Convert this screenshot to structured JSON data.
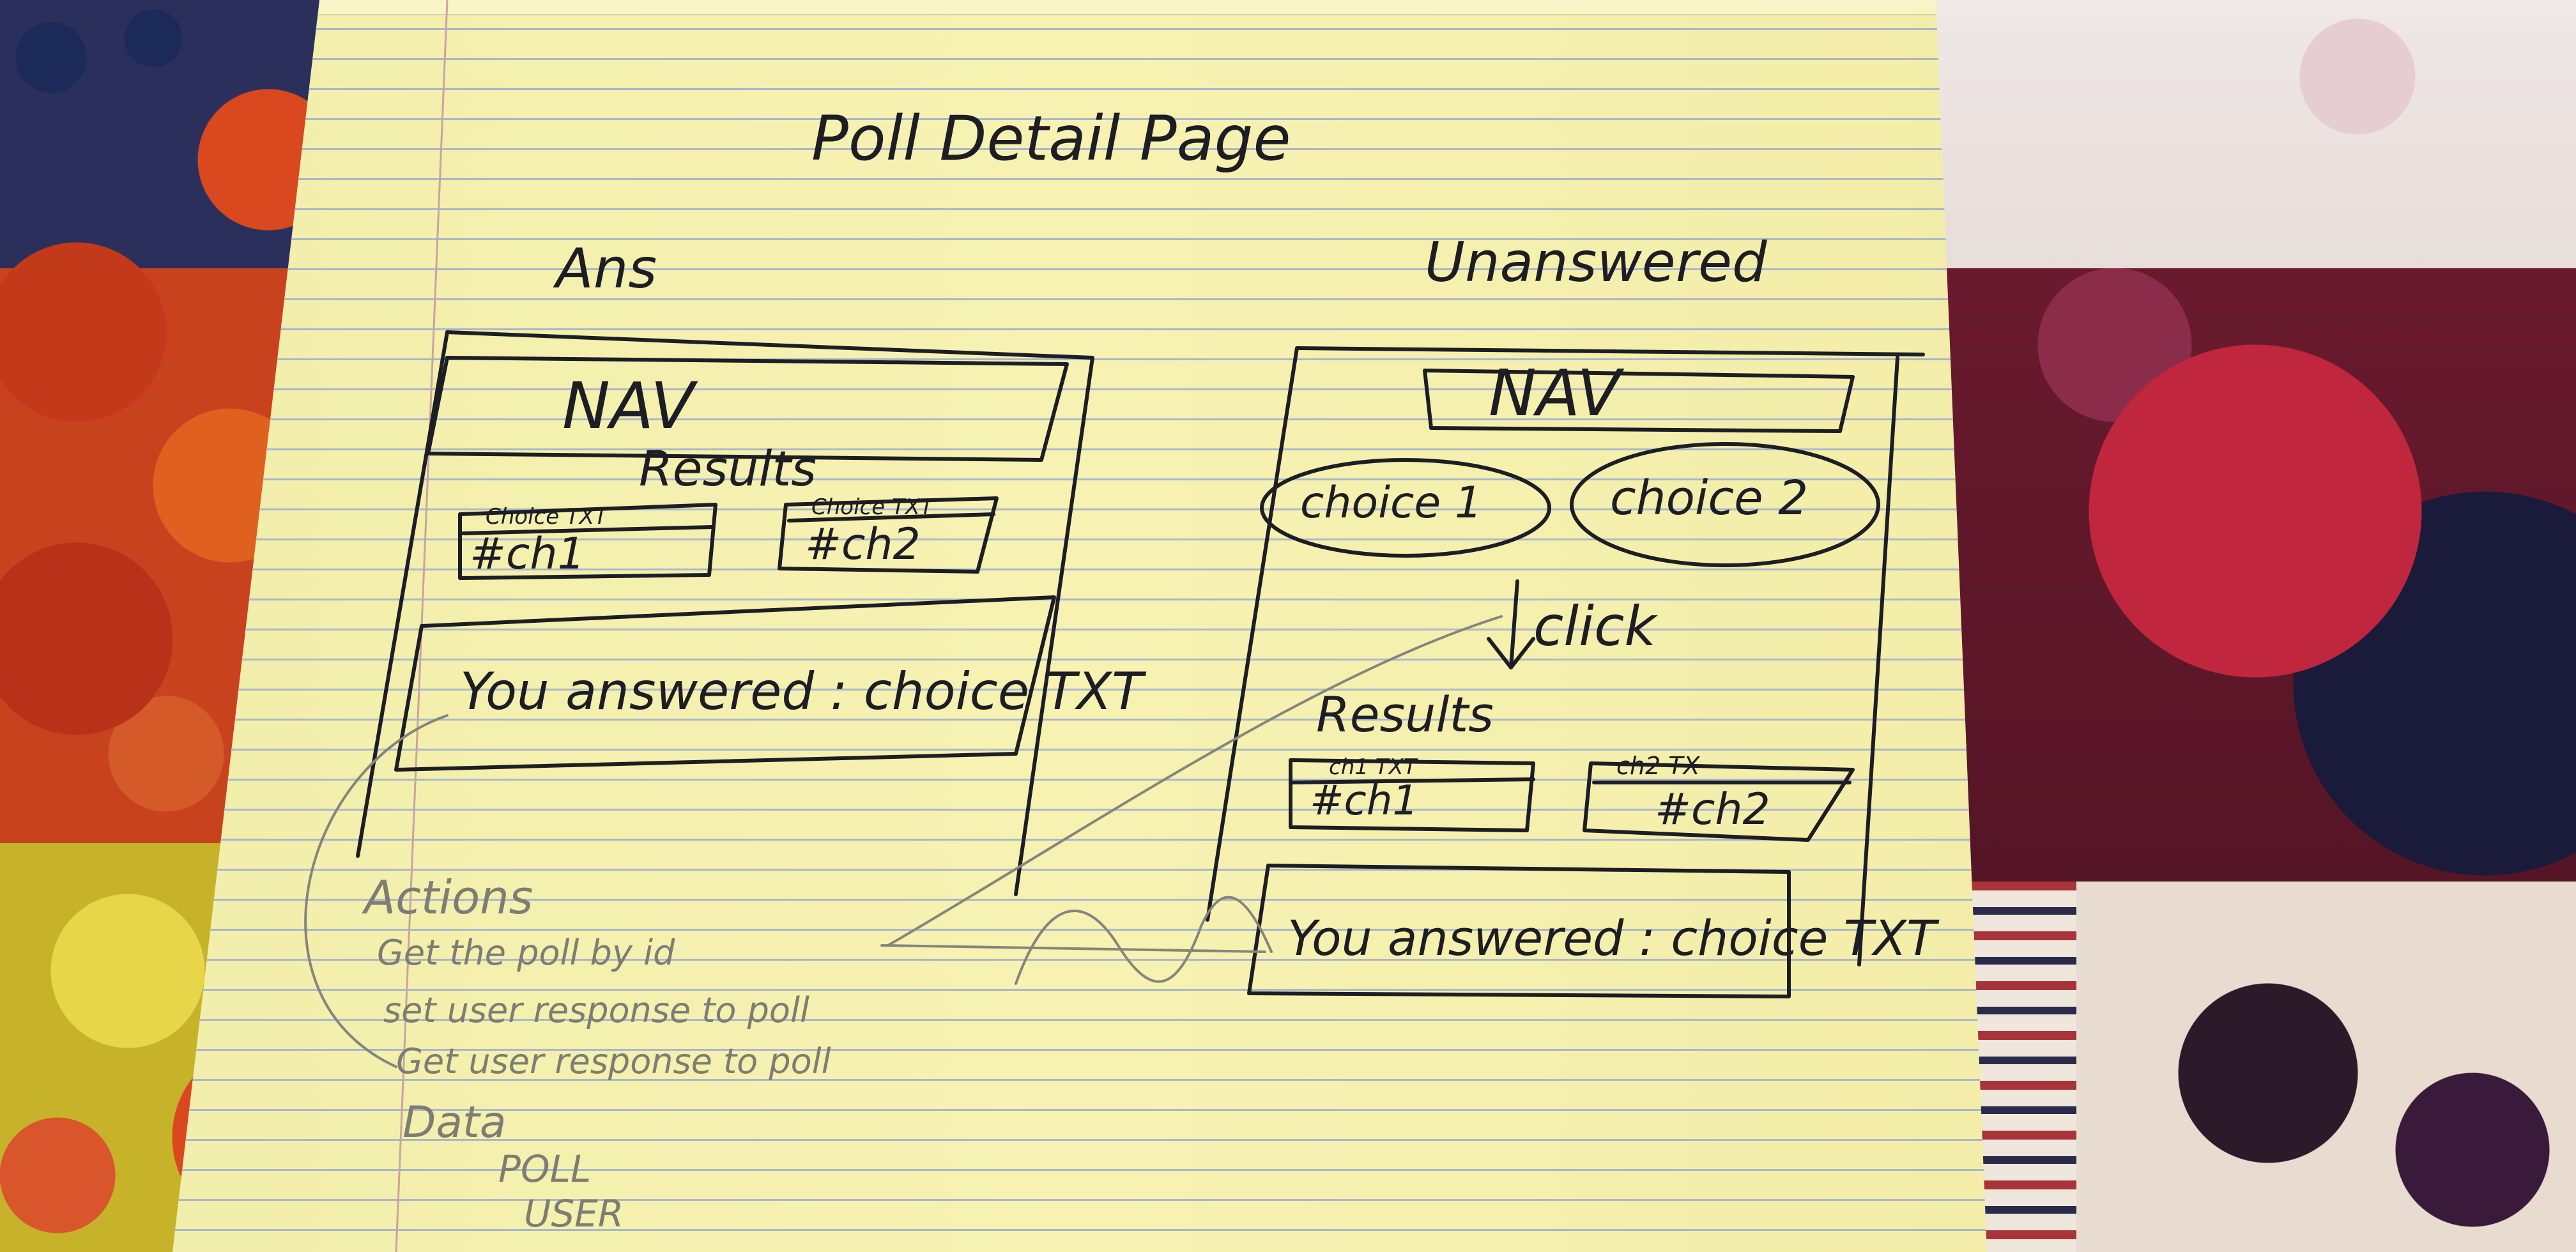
{
  "title": "Poll Detail Page",
  "answered": {
    "heading": "Ans",
    "nav": "NAV",
    "results": "Results",
    "choice1": {
      "caption": "Choice TXT",
      "count": "#ch1"
    },
    "choice2": {
      "caption": "Choice TXT",
      "count": "#ch2"
    },
    "answer": "You answered : choice TXT"
  },
  "unanswered": {
    "heading": "Unanswered",
    "nav": "NAV",
    "choice1": "choice 1",
    "choice2": "choice 2",
    "click": "click",
    "results": "Results",
    "choice1_result": {
      "caption": "ch1 TXT",
      "count": "#ch1"
    },
    "choice2_result": {
      "caption": "ch2 TX",
      "count": "#ch2"
    },
    "answer": "You answered : choice TXT"
  },
  "notes": {
    "actions_heading": "Actions",
    "actions": [
      "Get the poll by id",
      "set user response to poll",
      "Get user response to poll"
    ],
    "data_heading": "Data",
    "data": [
      "POLL",
      "USER"
    ]
  },
  "colors": {
    "ink": "#1d1d24",
    "pencil": "#7d7d74",
    "paper": "#f7f2b2"
  }
}
